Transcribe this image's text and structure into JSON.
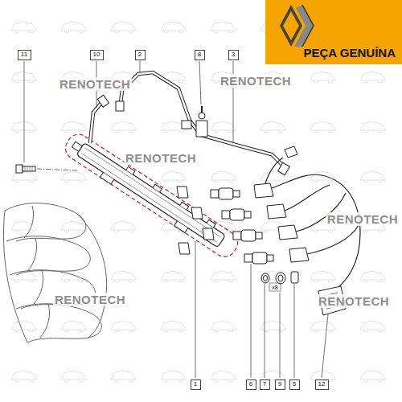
{
  "diagram": {
    "nodes": [
      {
        "text": [
          "11"
        ]
      },
      {
        "text": [
          "10"
        ]
      },
      {
        "text": [
          "2"
        ]
      },
      {
        "text": [
          "8"
        ]
      },
      {
        "text": [
          "3"
        ]
      },
      {
        "text": [
          "PEÇA GENUÍNA"
        ]
      },
      {
        "text": [
          "1"
        ]
      },
      {
        "text": [
          "6"
        ]
      },
      {
        "text": [
          "7"
        ]
      },
      {
        "text": [
          "9"
        ]
      },
      {
        "text": [
          "5"
        ]
      },
      {
        "text": [
          "12"
        ]
      }
    ],
    "labels": [
      "RENOTECH",
      "RENOTECH",
      "RENOTECH",
      "RENOTECH",
      "x8",
      "RENOTECH",
      "RENOTECH"
    ]
  }
}
